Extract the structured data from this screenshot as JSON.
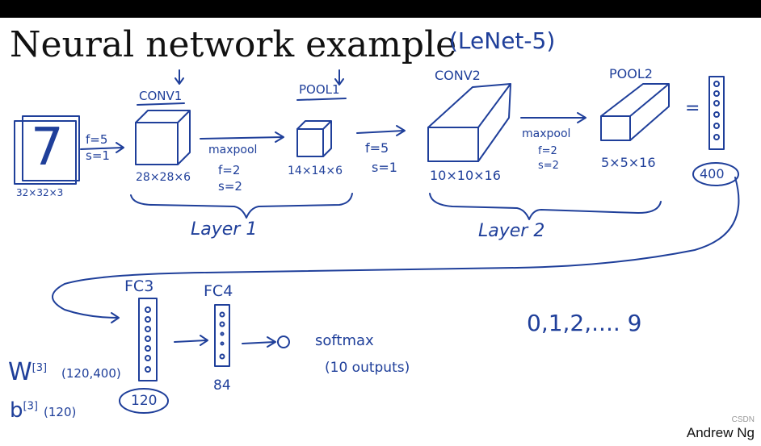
{
  "title": "Neural network example",
  "subtitle": "(LeNet-5)",
  "input": {
    "digit": "7",
    "shape": "32×32×3"
  },
  "conv1": {
    "name": "CONV1",
    "params": [
      "f=5",
      "s=1"
    ],
    "shape": "28×28×6"
  },
  "pool1": {
    "name": "POOL1",
    "op": "maxpool",
    "params": [
      "f=2",
      "s=2"
    ],
    "shape": "14×14×6"
  },
  "layer1": "Layer 1",
  "conv2": {
    "name": "CONV2",
    "params": [
      "f=5",
      "s=1"
    ],
    "shape": "10×10×16"
  },
  "pool2": {
    "name": "POOL2",
    "op": "maxpool",
    "params": [
      "f=2",
      "s=2"
    ],
    "shape": "5×5×16"
  },
  "layer2": "Layer 2",
  "flatten": {
    "eq": "=",
    "size": "400"
  },
  "fc3": {
    "name": "FC3",
    "size": "120"
  },
  "fc4": {
    "name": "FC4",
    "size": "84"
  },
  "weights": {
    "W": "W",
    "W_sup": "[3]",
    "W_shape": "(120,400)",
    "b": "b",
    "b_sup": "[3]",
    "b_shape": "(120)"
  },
  "softmax": {
    "label": "softmax",
    "outputs": "(10 outputs)"
  },
  "classes": "0,1,2,.... 9",
  "credit": "Andrew Ng",
  "watermark": "CSDN"
}
